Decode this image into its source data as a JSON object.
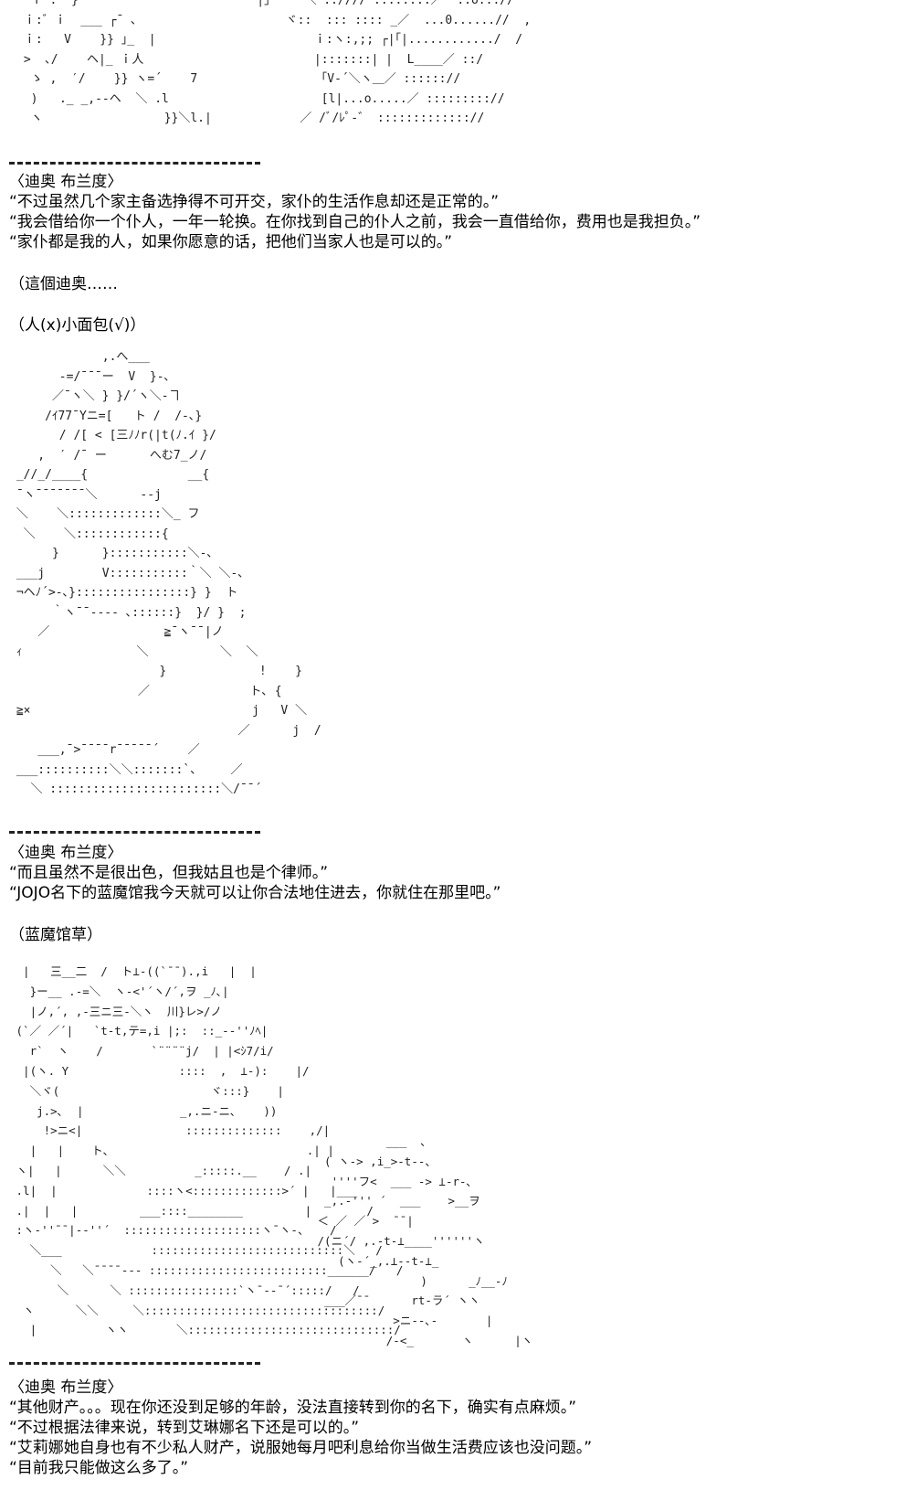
{
  "art": {
    "top_left": "  ｉ :  }\n ｉ:゛ｉ  ___ ┌¯ ､\n ｉ:   V    }} ｣_  |\n >  ､/    ヘ|_ ｉ人\n  ゝ ,  ′/    }} ヽ=´    7\n  )   ._ _,--ヘ  ＼ .l\n  ヽ                 }}＼l.|",
    "top_right": "    |」 `  ＼ :.//// ::::::.:／  ..o...//\n        ヾ::  ::: :::: _／  ...0......//  ,\n            ｉ:ヽ:,;; ┌|｢|............/  /\n            |:::::::| |  L____／ ::/\n             ｢V-´＼ヽ＿／ :::::://\n             [l|...o.....／ ::::::::://\n          ／ /ﾞ/ﾚﾟ-゛ ::::::::::::://",
    "middle": "             ,.へ___\n       -=/¯¯¯ー  V  }-､\n      ／¯ヽ＼ } }/´ヽ＼-ヿ\n     /ｲ77¯Yニ=[   ト /  /-､}\n       / /[ < [三ﾉﾉr(|t(ﾉ.ｲ }/\n    ,  ′ /¯ ー      へむ7_ノ/\n _//_/____{              __{\n ¯ヽ¯¯¯¯¯¯¯＼      --j\n ＼    ＼:::::::::::::＼_ フ\n  ＼    ＼::::::::::::{\n      }      }:::::::::::＼-､\n ___j        V:::::::::::｀＼ ＼-､\n ¬ヘﾉ´>-､}::::::::::::::::} }  ト\n      ｀ヽ¯¯---- ､::::::}  }/ }  ;\n    ／                ≧¯ヽ¯¯|ノ\n ｨ                ＼          ＼  ＼\n                     }             !    }\n                  ／              ト､ {\n ≧×                               j   V ＼\n                                ／      j  /\n    ___,¯>¯¯¯¯r¯¯¯¯¯´    ／\n ___::::::::::＼＼:::::::`、    ／\n   ＼ ::::::::::::::::::::::::＼/¯¯´",
    "lower_left": "  |   三__二  /  ト⊥-((`¯¯).,i   |  |\n   }ー__ .-=＼  ヽ-<'´ヽ/´,ヲ _ﾉ､|\n   |ノ‚´, ,-三ニ三-＼ヽ  川}レ>/ノ\n (`／ ／´|   `t-t,テ=,i |;:  ::_-‐''ﾉﾍ|\n   r`  ヽ    /       `¨¨¨¨j/  | |<ｼ7/i/\n  |(ヽ. Y                ::::  ,  ⊥-):    |/\n   ＼ヾ(                      ヾ:::}    |\n    j.>､  |              _,.ニ-ニ､    ))\n     !>ニ<|               ::::::::::::::    ,/|\n   |   |    ト、                            .| |\n ヽ|   |      ＼＼          _:::::.__    / .|\n .l|  |             ::::ヽ<:::::::::::::>´ |   |___\n .|  |   |         ___::::________         |        /\n :ヽ-''¯¯|--''´  ::::::::::::::::::::ヽ¯ヽ-、   /\n   ＼___             ::::::::::::::::::::::::::::＼   /\n      ＼   ＼¯¯¯¯--- ::::::::::::::::::::::::::______/   /\n       ＼      ＼ ::::::::::::::::`ヽ¯--¯´:::::/   /\n  ヽ      ＼＼     ＼::::::::::::::::::::::::::::::::::/\n   |          ヽヽ       ＼::::::::::::::::::::::::::::::/",
    "lower_right": "           ___  ､\n  ( ヽ-> ,i_>-t--、\n   ''''フ<  ___ -> ⊥-r-､\n  _,.-''' ´  ___    >__ヲ\n ＜ ／ ／ >  ¯¯|\n /(ニ´/ ,.-t-⊥____''''''ヽ\n    (ヽ-´_,.⊥--t-⊥_\n                )      _ﾉ__-ﾉ\n  ___／¯¯      rt-ラ´ ヽヽ\n            >ニ--､-       |\n           /-<_       ヽ      |ヽ"
  },
  "blocks": [
    {
      "speaker": "〈迪奥 布兰度〉",
      "lines": [
        "“不过虽然几个家主备选挣得不可开交，家仆的生活作息却还是正常的。”",
        "“我会借给你一个仆人，一年一轮换。在你找到自己的仆人之前，我会一直借给你，费用也是我担负。”",
        "“家仆都是我的人，如果你愿意的话，把他们当家人也是可以的。”"
      ]
    },
    {
      "lines": [
        "（這個迪奥……"
      ]
    },
    {
      "lines": [
        "（人(x)小面包(√)）"
      ]
    },
    {
      "speaker": "〈迪奥 布兰度〉",
      "lines": [
        "“而且虽然不是很出色，但我姑且也是个律师。”",
        " “JOJO名下的蓝魔馆我今天就可以让你合法地住进去，你就住在那里吧。”"
      ]
    },
    {
      "lines": [
        "（蓝魔馆草）"
      ]
    },
    {
      "speaker": "〈迪奥 布兰度〉",
      "lines": [
        "“其他财产。。。现在你还没到足够的年龄，没法直接转到你的名下，确实有点麻烦。”",
        "“不过根据法律来说，转到艾琳娜名下还是可以的。”",
        "“艾莉娜她自身也有不少私人财产，说服她每月吧利息给你当做生活费应该也没问题。”",
        "“目前我只能做这么多了。”"
      ]
    }
  ]
}
